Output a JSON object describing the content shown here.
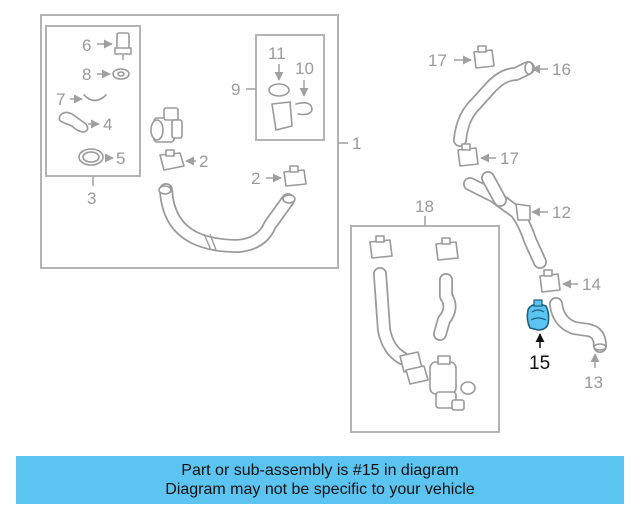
{
  "callouts": {
    "c1": "1",
    "c2a": "2",
    "c2b": "2",
    "c3": "3",
    "c4": "4",
    "c5": "5",
    "c6": "6",
    "c7": "7",
    "c8": "8",
    "c9": "9",
    "c10": "10",
    "c11": "11",
    "c12": "12",
    "c13": "13",
    "c14": "14",
    "c15": "15",
    "c16": "16",
    "c17a": "17",
    "c17b": "17",
    "c18": "18"
  },
  "highlight": {
    "part": "15",
    "color": "#5bc4f1"
  },
  "banner": {
    "line1": "Part or sub-assembly is #15 in diagram",
    "line2": "Diagram may not be specific to your vehicle",
    "background": "#5bc4f1"
  }
}
